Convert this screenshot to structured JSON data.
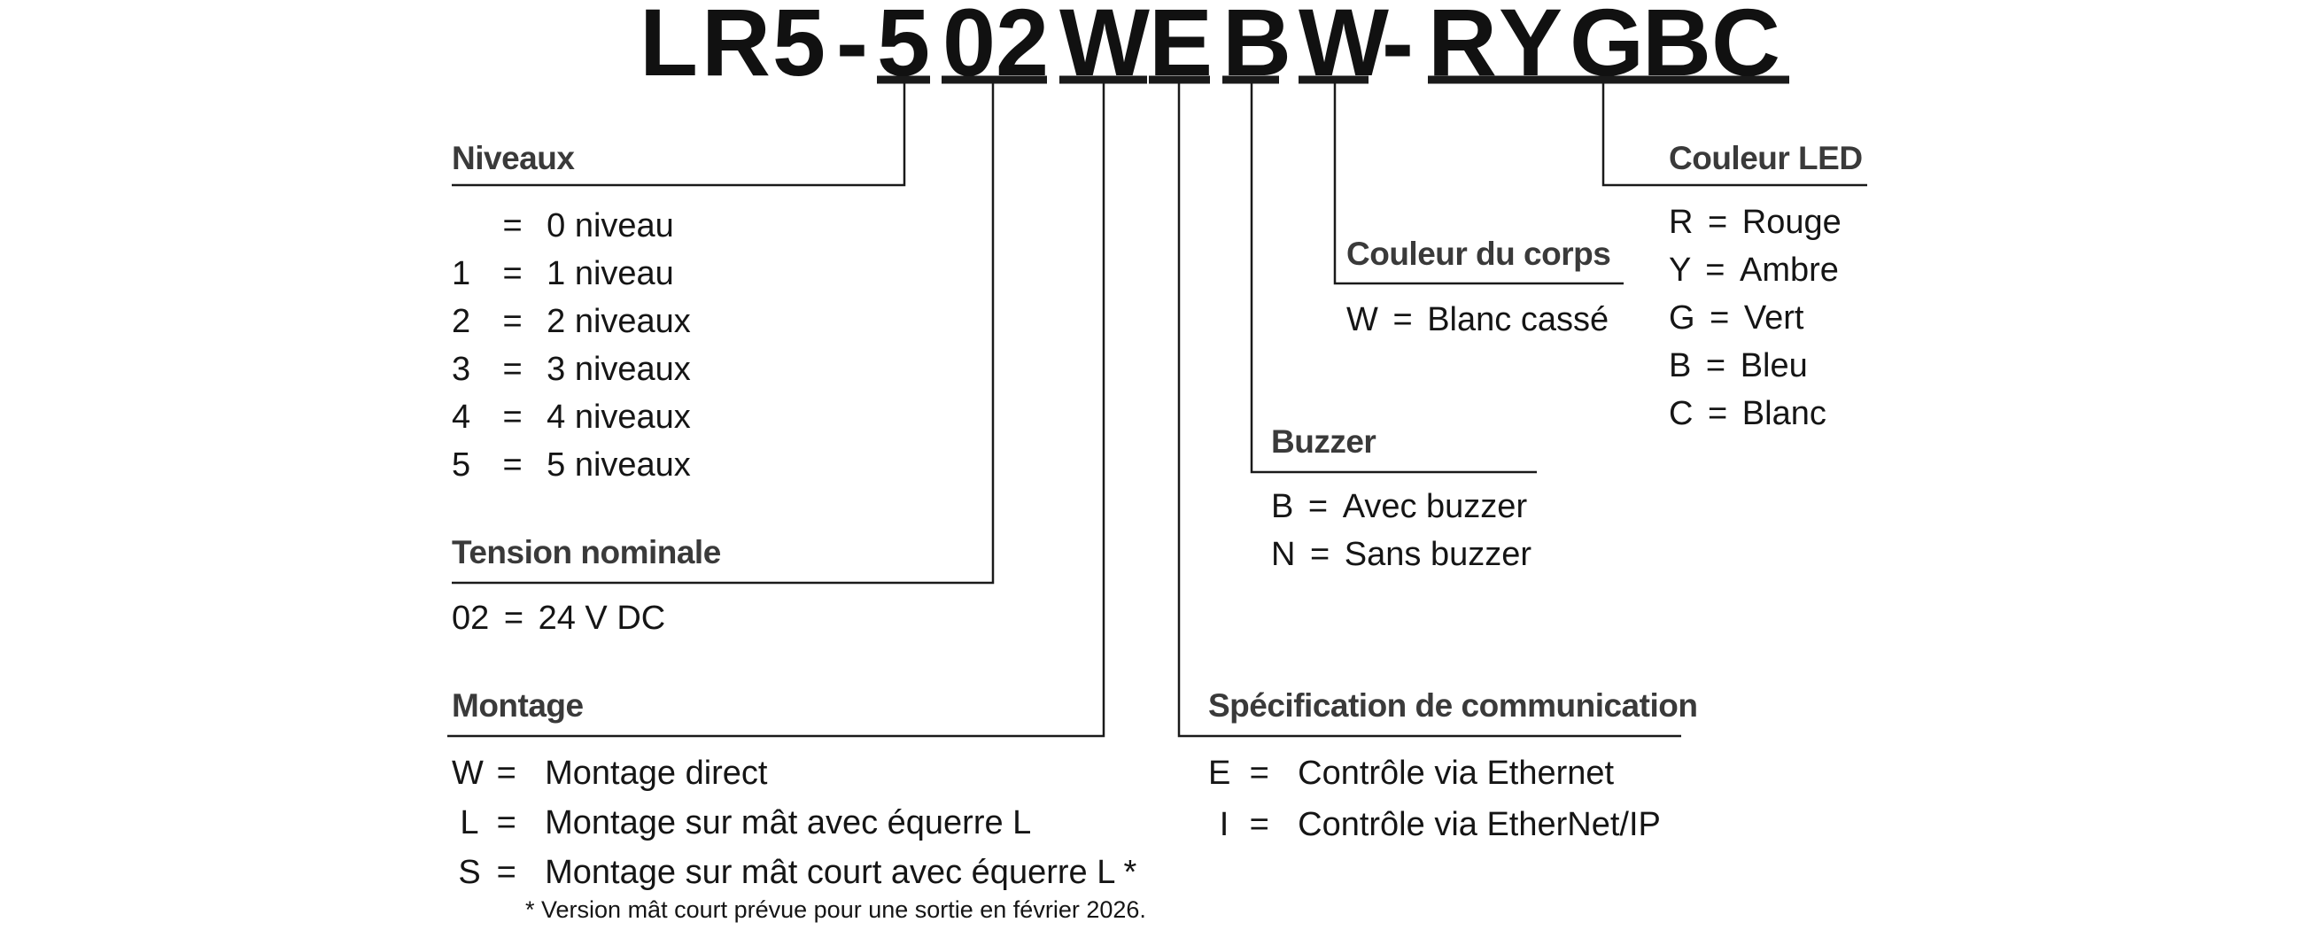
{
  "model": {
    "chars": [
      "L",
      "R",
      "5",
      "-",
      "5",
      "0",
      "2",
      "W",
      "E",
      "B",
      "W",
      "-",
      "R",
      "Y",
      "G",
      "B",
      "C"
    ]
  },
  "sections": {
    "niveaux": {
      "heading": "Niveaux",
      "items": [
        {
          "code": "",
          "eq": "=",
          "label": "0 niveau"
        },
        {
          "code": "1",
          "eq": "=",
          "label": "1 niveau"
        },
        {
          "code": "2",
          "eq": "=",
          "label": "2 niveaux"
        },
        {
          "code": "3",
          "eq": "=",
          "label": "3 niveaux"
        },
        {
          "code": "4",
          "eq": "=",
          "label": "4 niveaux"
        },
        {
          "code": "5",
          "eq": "=",
          "label": "5 niveaux"
        }
      ]
    },
    "tension": {
      "heading": "Tension nominale",
      "items": [
        {
          "code": "02",
          "eq": "=",
          "label": "24 V DC"
        }
      ]
    },
    "montage": {
      "heading": "Montage",
      "items": [
        {
          "code": "W",
          "eq": "=",
          "label": "Montage direct"
        },
        {
          "code": "L",
          "eq": "=",
          "label": "Montage sur mât avec équerre L"
        },
        {
          "code": "S",
          "eq": "=",
          "label": "Montage sur mât court avec équerre L *"
        }
      ],
      "note": "* Version mât court prévue pour une sortie en février 2026."
    },
    "communication": {
      "heading": "Spécification de communication",
      "items": [
        {
          "code": "E",
          "eq": "=",
          "label": "Contrôle via Ethernet"
        },
        {
          "code": "I",
          "eq": "=",
          "label": "Contrôle via EtherNet/IP"
        }
      ]
    },
    "buzzer": {
      "heading": "Buzzer",
      "items": [
        {
          "code": "B",
          "eq": "=",
          "label": "Avec buzzer"
        },
        {
          "code": "N",
          "eq": "=",
          "label": "Sans buzzer"
        }
      ]
    },
    "corps": {
      "heading": "Couleur du corps",
      "items": [
        {
          "code": "W",
          "eq": "=",
          "label": "Blanc cassé"
        }
      ]
    },
    "led": {
      "heading": "Couleur LED",
      "items": [
        {
          "code": "R",
          "eq": "=",
          "label": "Rouge"
        },
        {
          "code": "Y",
          "eq": "=",
          "label": "Ambre"
        },
        {
          "code": "G",
          "eq": "=",
          "label": "Vert"
        },
        {
          "code": "B",
          "eq": "=",
          "label": "Bleu"
        },
        {
          "code": "C",
          "eq": "=",
          "label": "Blanc"
        }
      ]
    }
  }
}
